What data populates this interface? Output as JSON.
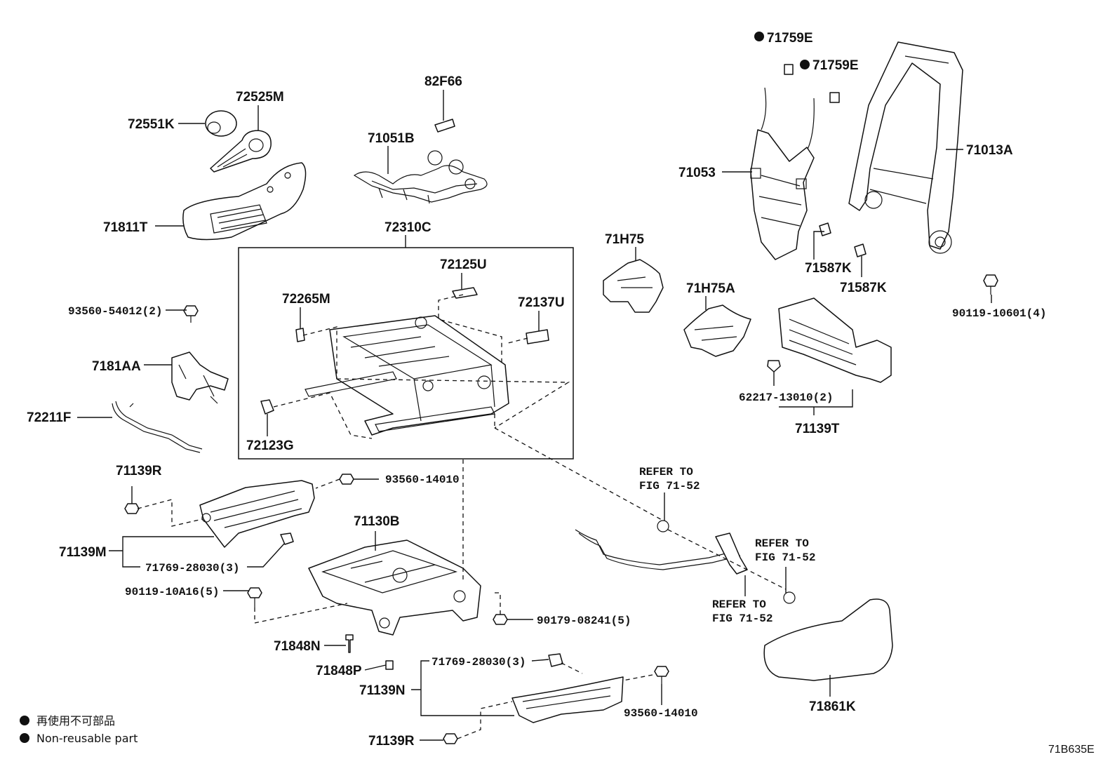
{
  "labels": {
    "p71759E_a": "71759E",
    "p71759E_b": "71759E",
    "p82F66": "82F66",
    "p72525M": "72525M",
    "p72551K": "72551K",
    "p71051B": "71051B",
    "p71013A": "71013A",
    "p71053": "71053",
    "p71811T": "71811T",
    "p72310C": "72310C",
    "p72125U": "72125U",
    "p71H75": "71H75",
    "p71587K_a": "71587K",
    "p71587K_b": "71587K",
    "p72265M": "72265M",
    "p72137U": "72137U",
    "p71H75A": "71H75A",
    "p93560_54012": "93560-54012(2)",
    "p90119_10601": "90119-10601(4)",
    "p7181AA": "7181AA",
    "p62217_13010": "62217-13010(2)",
    "p72211F": "72211F",
    "p72123G": "72123G",
    "p71139T": "71139T",
    "p71139R_a": "71139R",
    "p93560_14010_a": "93560-14010",
    "p71130B": "71130B",
    "p71139M": "71139M",
    "p71769_28030_a": "71769-28030(3)",
    "p90119_10A16": "90119-10A16(5)",
    "p90179_08241": "90179-08241(5)",
    "p71848N": "71848N",
    "p71848P": "71848P",
    "p71769_28030_b": "71769-28030(3)",
    "p71139N": "71139N",
    "p93560_14010_b": "93560-14010",
    "p71861K": "71861K",
    "p71139R_b": "71139R"
  },
  "refs": {
    "r1_line1": "REFER TO",
    "r1_line2": "FIG 71-52",
    "r2_line1": "REFER TO",
    "r2_line2": "FIG 71-52",
    "r3_line1": "REFER TO",
    "r3_line2": "FIG 71-52"
  },
  "legend": {
    "item1": "再使用不可部品",
    "item2": "Non-reusable part"
  },
  "figure_code": "71B635E"
}
